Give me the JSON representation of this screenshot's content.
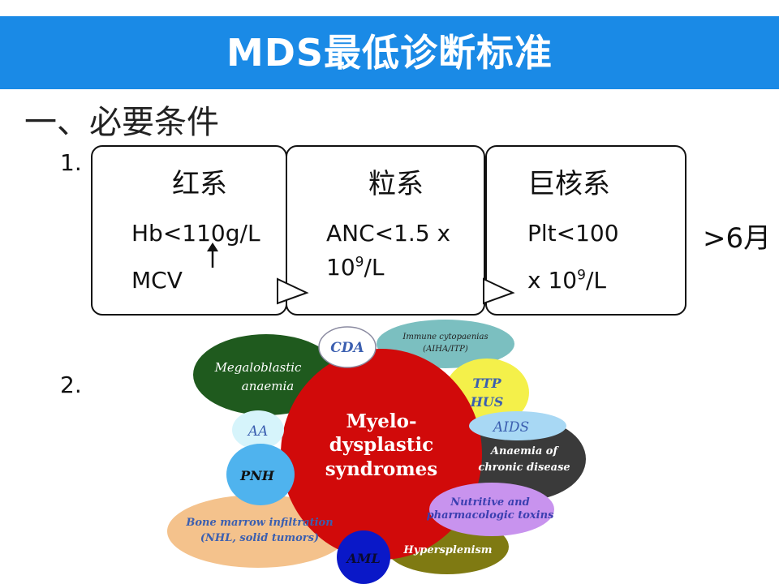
{
  "title": "MDS最低诊断标准",
  "section_heading": "一、必要条件",
  "criterion_1_number": "1.",
  "criterion_2_number": "2.",
  "boxes": [
    {
      "title": "红系",
      "line1": "Hb<110g/L",
      "line2": "MCV",
      "line2_indicator": "up-arrow-icon"
    },
    {
      "title": "粒系",
      "line1": "ANC<1.5 x",
      "line2_base": "10",
      "line2_exp": "9",
      "line2_tail": "/L"
    },
    {
      "title": "巨核系",
      "line1": "Plt<100",
      "line2_base": "x 10",
      "line2_exp": "9",
      "line2_tail": "/L"
    }
  ],
  "duration": ">6月",
  "diagram": {
    "center": [
      "Myelo-",
      "dysplastic",
      "syndromes"
    ],
    "cda": "CDA",
    "immune": [
      "Immune cytopaenias",
      "(AIHA/ITP)"
    ],
    "megaloblastic": [
      "Megaloblastic",
      "anaemia"
    ],
    "ttp": [
      "TTP",
      "HUS"
    ],
    "aa": "AA",
    "aids": "AIDS",
    "chronic": [
      "Anaemia of",
      "chronic disease"
    ],
    "pnh": "PNH",
    "toxins": [
      "Nutritive and",
      "pharmacologic toxins"
    ],
    "bone_marrow": [
      "Bone marrow infiltration",
      "(NHL, solid tumors)"
    ],
    "aml": "AML",
    "hypersplenism": "Hypersplenism"
  },
  "colors": {
    "title_bar": "#1a8ae6",
    "center": "#d10a0a",
    "megaloblastic": "#1f5a1e",
    "immune": "#7bbfc0",
    "ttp": "#f4f04a",
    "aids": "#a8d8f4",
    "chronic": "#3a3a3a",
    "pnh": "#4fb3ee",
    "toxins": "#c893ee",
    "bone_marrow": "#f4c28c",
    "aml": "#0a18c8",
    "hypersplenism": "#7f7a12"
  }
}
